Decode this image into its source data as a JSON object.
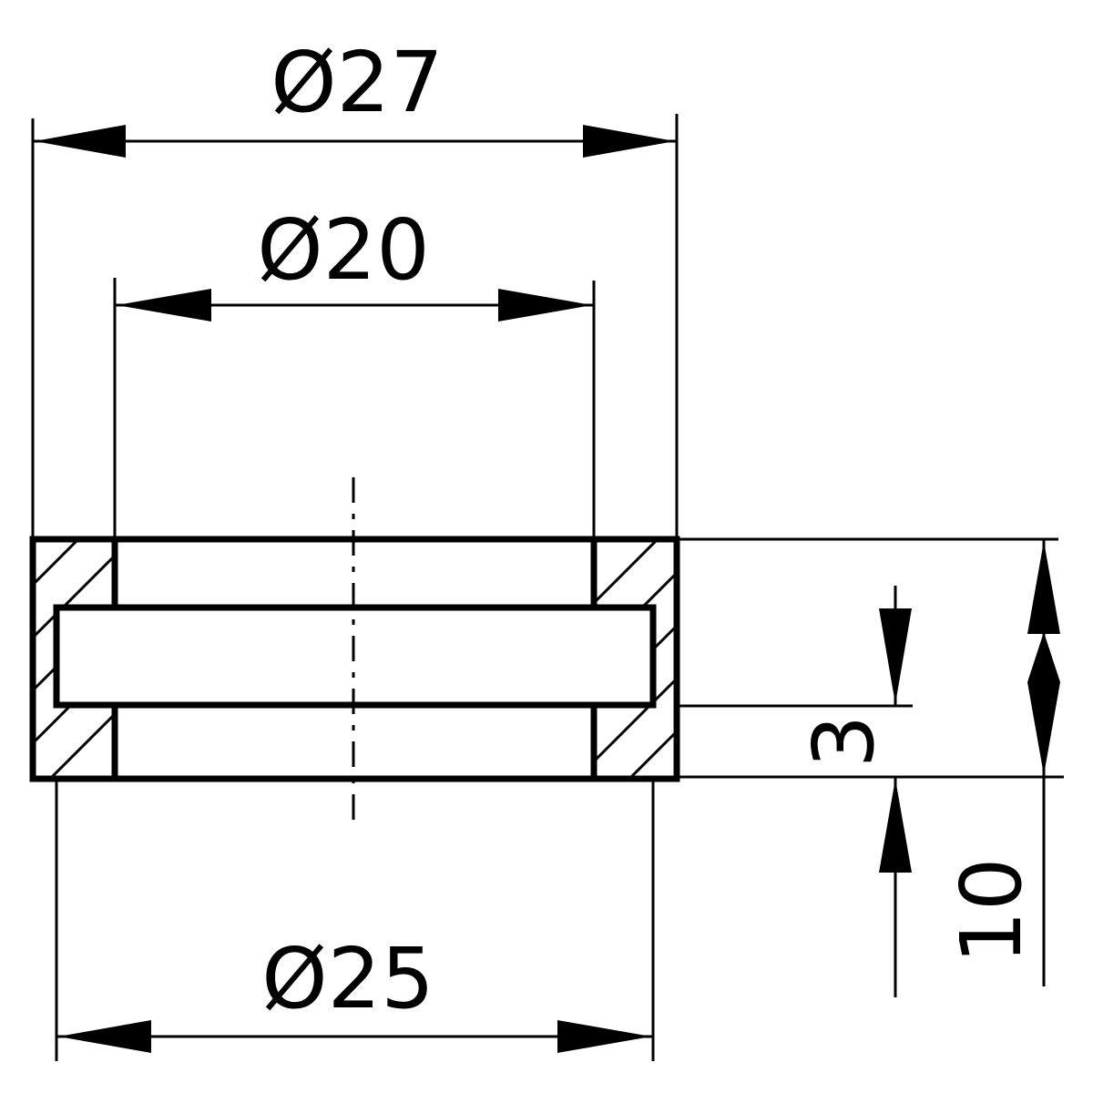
{
  "colors": {
    "line": "#000000",
    "background": "#ffffff"
  },
  "dimensions": {
    "outer_diameter": "Ø27",
    "inner_diameter": "Ø20",
    "groove_diameter": "Ø25",
    "groove_depth": "3",
    "total_height": "10"
  }
}
